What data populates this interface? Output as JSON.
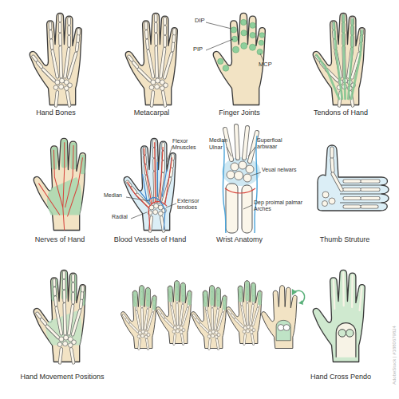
{
  "diagram": {
    "labels": [
      "Hand Bones",
      "Metacarpal",
      "DIP",
      "PIP",
      "MCP",
      "Finger Joints",
      "Tendons of Hand",
      "Flexor Mnuscles",
      "Median",
      "Radial",
      "Extensor tendoes",
      "Nerves of Hand",
      "Blood Vessels of Hand",
      "Median",
      "Ulnar",
      "Superfioal arbwaar",
      "Veual nelwars",
      "Dep proimal palmar Arches",
      "Wrist Anatomy",
      "Thumb Struture",
      "Hand Movement Positions",
      "Hand Cross Pendo",
      "AdobeStock | #1880679824"
    ]
  }
}
